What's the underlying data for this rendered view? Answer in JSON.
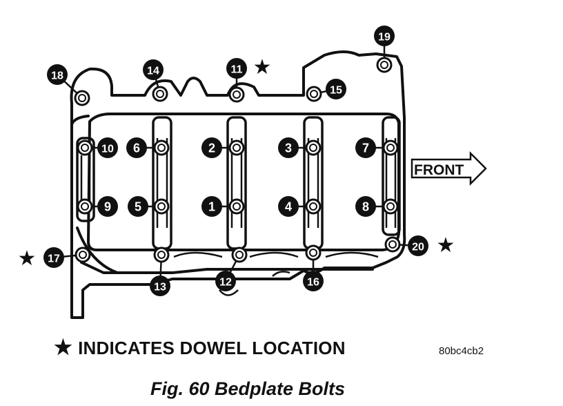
{
  "figure": {
    "front_label": "FRONT",
    "legend_star": "★",
    "legend_text": "INDICATES DOWEL LOCATION",
    "image_code": "80bc4cb2",
    "caption": "Fig. 60 Bedplate Bolts"
  },
  "bolts": [
    {
      "label": "1"
    },
    {
      "label": "2"
    },
    {
      "label": "3"
    },
    {
      "label": "4"
    },
    {
      "label": "5"
    },
    {
      "label": "6"
    },
    {
      "label": "7"
    },
    {
      "label": "8"
    },
    {
      "label": "9"
    },
    {
      "label": "10"
    },
    {
      "label": "11",
      "dowel": true
    },
    {
      "label": "12"
    },
    {
      "label": "13"
    },
    {
      "label": "14"
    },
    {
      "label": "15"
    },
    {
      "label": "16"
    },
    {
      "label": "17",
      "dowel": true
    },
    {
      "label": "18"
    },
    {
      "label": "19"
    },
    {
      "label": "20",
      "dowel": true
    }
  ],
  "colors": {
    "ink": "#111111",
    "paper": "#ffffff"
  }
}
